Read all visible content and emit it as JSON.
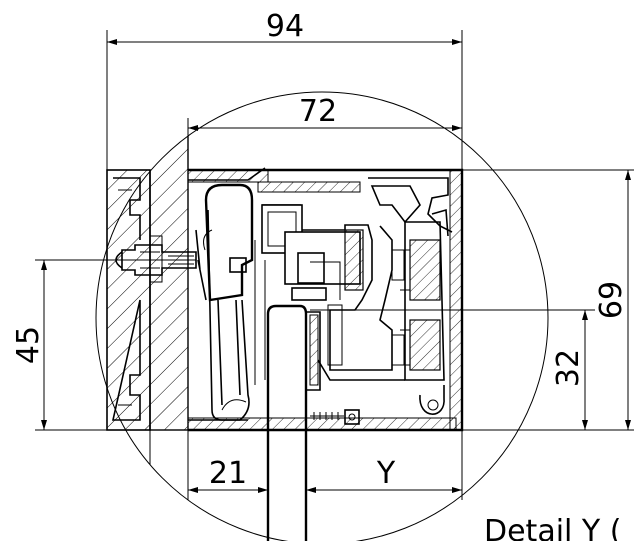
{
  "dimensions": {
    "width_total": "94",
    "width_inner": "72",
    "height_total": "69",
    "height_left": "45",
    "height_right": "32",
    "bottom_left": "21",
    "bottom_right": "Y"
  },
  "caption": "Detail Y (",
  "colors": {
    "line": "#000000",
    "background": "#ffffff"
  }
}
